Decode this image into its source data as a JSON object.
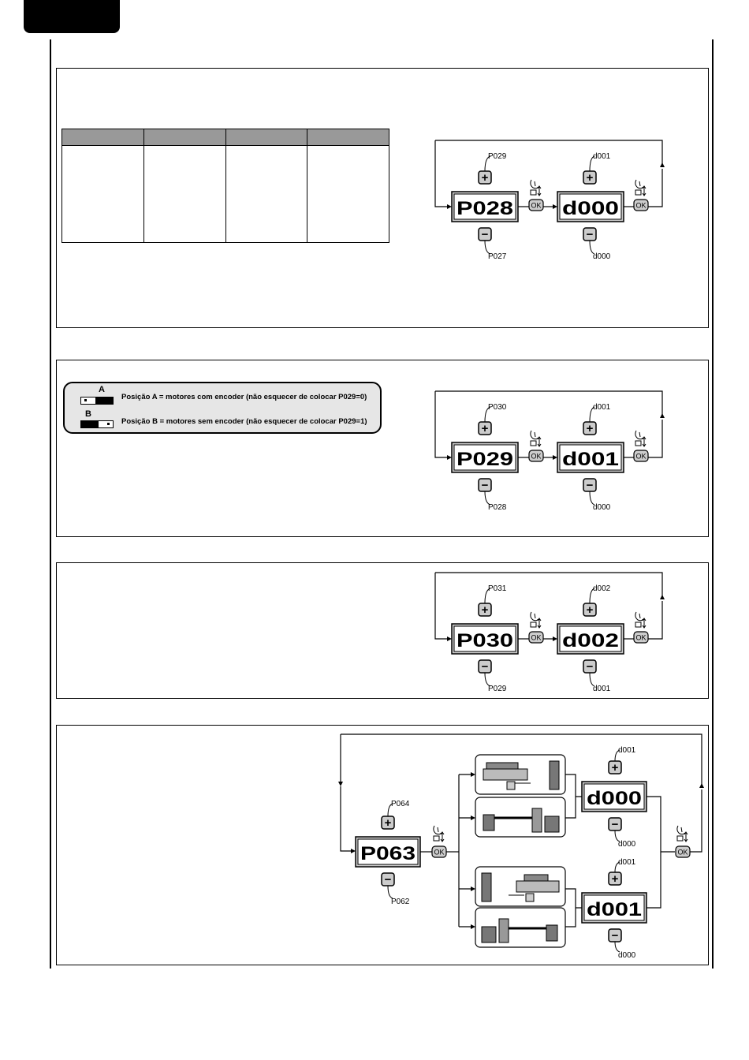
{
  "diagrams": {
    "d1": {
      "plus_target": "P029",
      "display_left": "P028",
      "minus_target": "P027",
      "plus_value": "d001",
      "display_right": "d000",
      "minus_value": "d000"
    },
    "d2": {
      "plus_target": "P030",
      "display_left": "P029",
      "minus_target": "P028",
      "plus_value": "d001",
      "display_right": "d001",
      "minus_value": "d000"
    },
    "d3": {
      "plus_target": "P031",
      "display_left": "P030",
      "minus_target": "P029",
      "plus_value": "d002",
      "display_right": "d002",
      "minus_value": "d001"
    },
    "d4": {
      "plus_target": "P064",
      "display_left": "P063",
      "minus_target": "P062",
      "top_plus_value": "d001",
      "top_display": "d000",
      "top_minus_value": "d000",
      "bottom_plus_value": "d001",
      "bottom_display": "d001",
      "bottom_minus_value": "d000"
    }
  },
  "buttons": {
    "plus": "+",
    "minus": "−",
    "ok": "OK"
  },
  "encoder_note": {
    "switch_a_label": "A",
    "switch_b_label": "B",
    "line_a": "Posição A = motores com encoder (não esquecer de colocar P029=0)",
    "line_b": "Posição B = motores sem encoder  (não esquecer de colocar P029=1)"
  },
  "colors": {
    "header_gray": "#999999",
    "note_bg": "#e6e6e6",
    "display_bg": "#cccccc",
    "button_bg": "#cccccc"
  }
}
